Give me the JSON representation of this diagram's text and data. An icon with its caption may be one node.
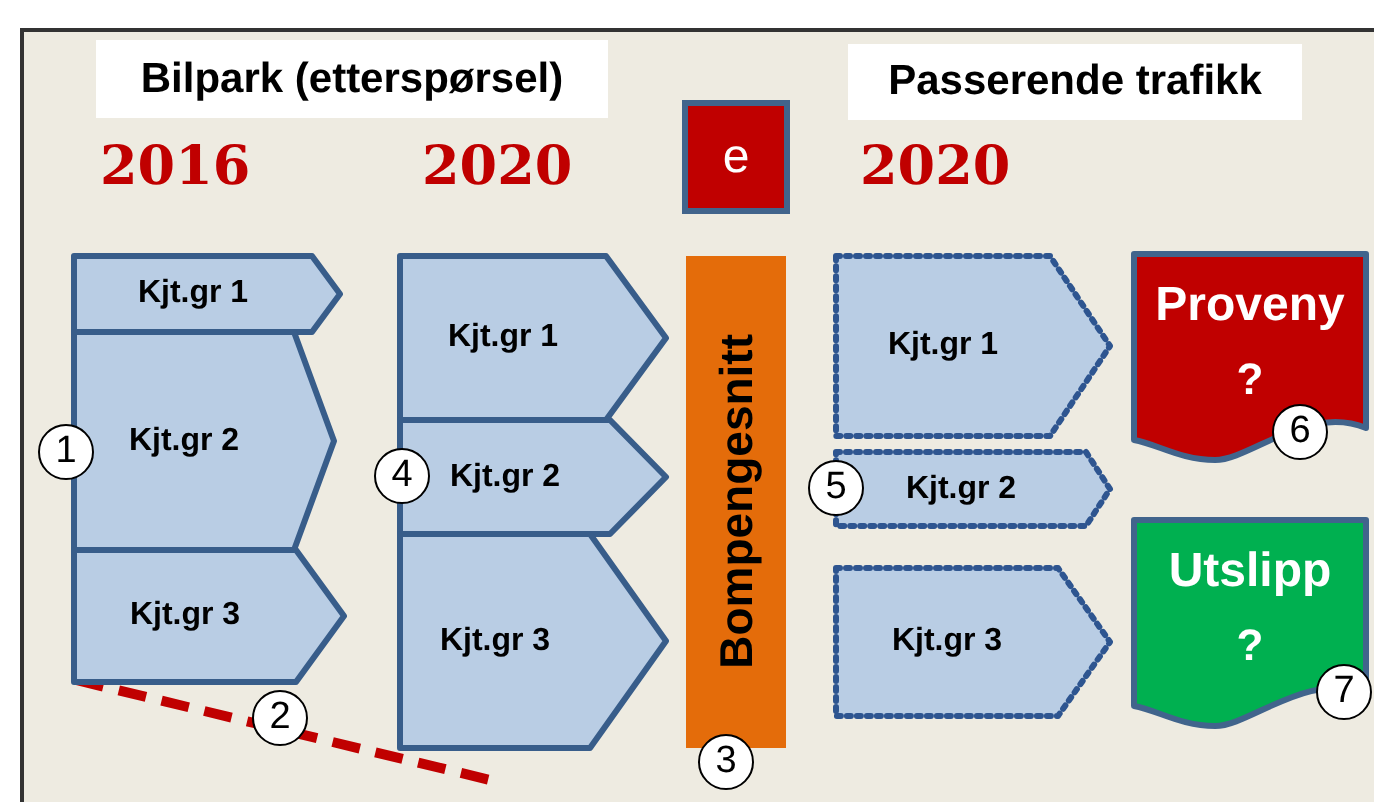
{
  "diagram": {
    "nodes": [
      {
        "text": [
          "Bilpark (etterspørsel)"
        ]
      },
      {
        "text": [
          "Passerende trafikk"
        ]
      },
      {
        "text": [
          "e"
        ]
      },
      {
        "text": [
          "Kjt.gr 1"
        ]
      },
      {
        "text": [
          "Kjt.gr 2"
        ]
      },
      {
        "text": [
          "Kjt.gr 3"
        ]
      },
      {
        "text": [
          "Kjt.gr 1"
        ]
      },
      {
        "text": [
          "Kjt.gr 2"
        ]
      },
      {
        "text": [
          "Kjt.gr 3"
        ]
      },
      {
        "text": [
          "Bompengesnitt"
        ]
      },
      {
        "text": [
          "Kjt.gr 1"
        ]
      },
      {
        "text": [
          "Kjt.gr 2"
        ]
      },
      {
        "text": [
          "Kjt.gr 3"
        ]
      },
      {
        "text": [
          "Proveny",
          "?"
        ]
      },
      {
        "text": [
          "Utslipp",
          "?"
        ]
      },
      {
        "text": [
          "1"
        ]
      },
      {
        "text": [
          "2"
        ]
      },
      {
        "text": [
          "3"
        ]
      },
      {
        "text": [
          "4"
        ]
      },
      {
        "text": [
          "5"
        ]
      },
      {
        "text": [
          "6"
        ]
      },
      {
        "text": [
          "7"
        ]
      }
    ],
    "labels": [
      "2016",
      "2020",
      "2020"
    ]
  }
}
